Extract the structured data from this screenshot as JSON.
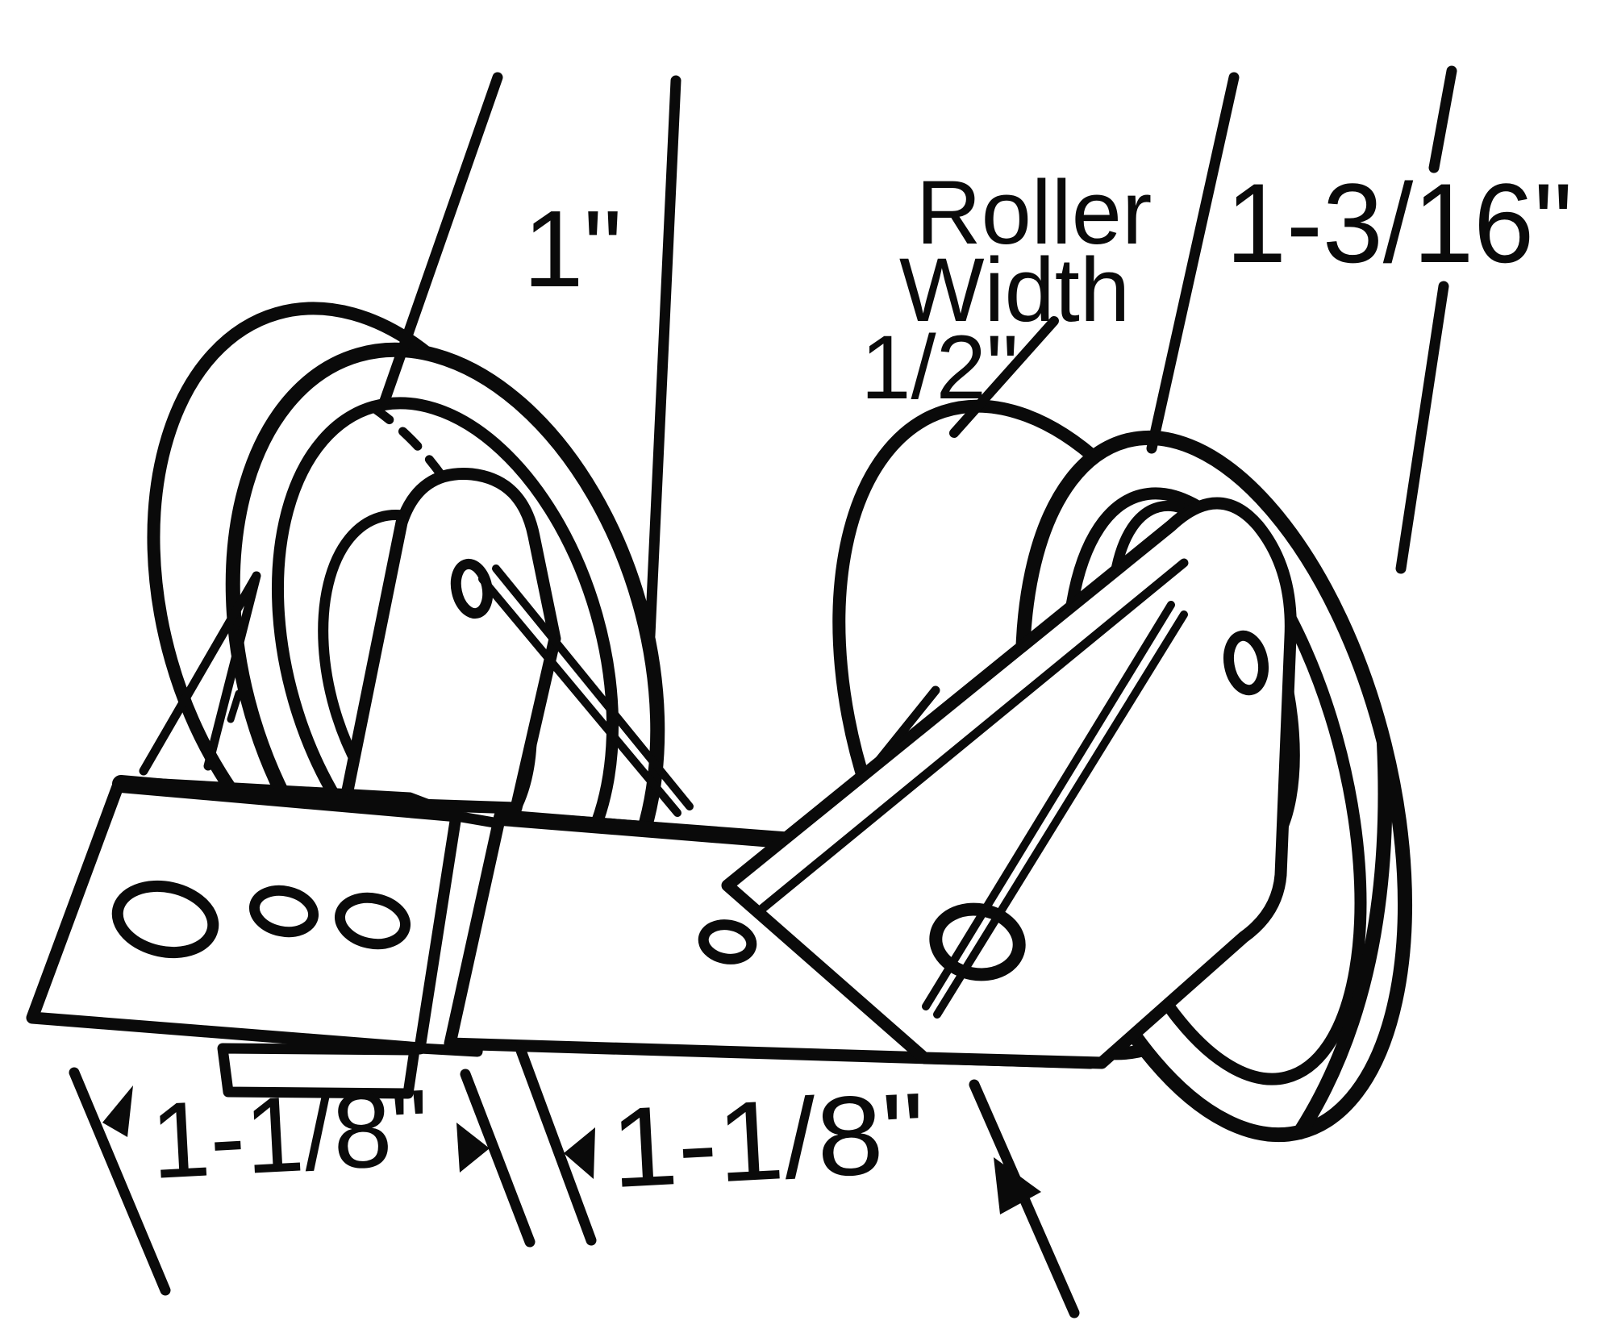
{
  "figure": {
    "title": "Caster roller technical drawing",
    "background_color": "#ffffff",
    "line_color": "#0a0a0a"
  },
  "dimensions": {
    "left_wheel_diameter": "1\"",
    "roller_width_label_line1": "Roller",
    "roller_width_label_line2": "Width",
    "roller_width_value": "1/2\"",
    "right_wheel_diameter": "1-3/16\"",
    "left_plate_length": "1-1/8\"",
    "right_plate_length": "1-1/8\""
  }
}
